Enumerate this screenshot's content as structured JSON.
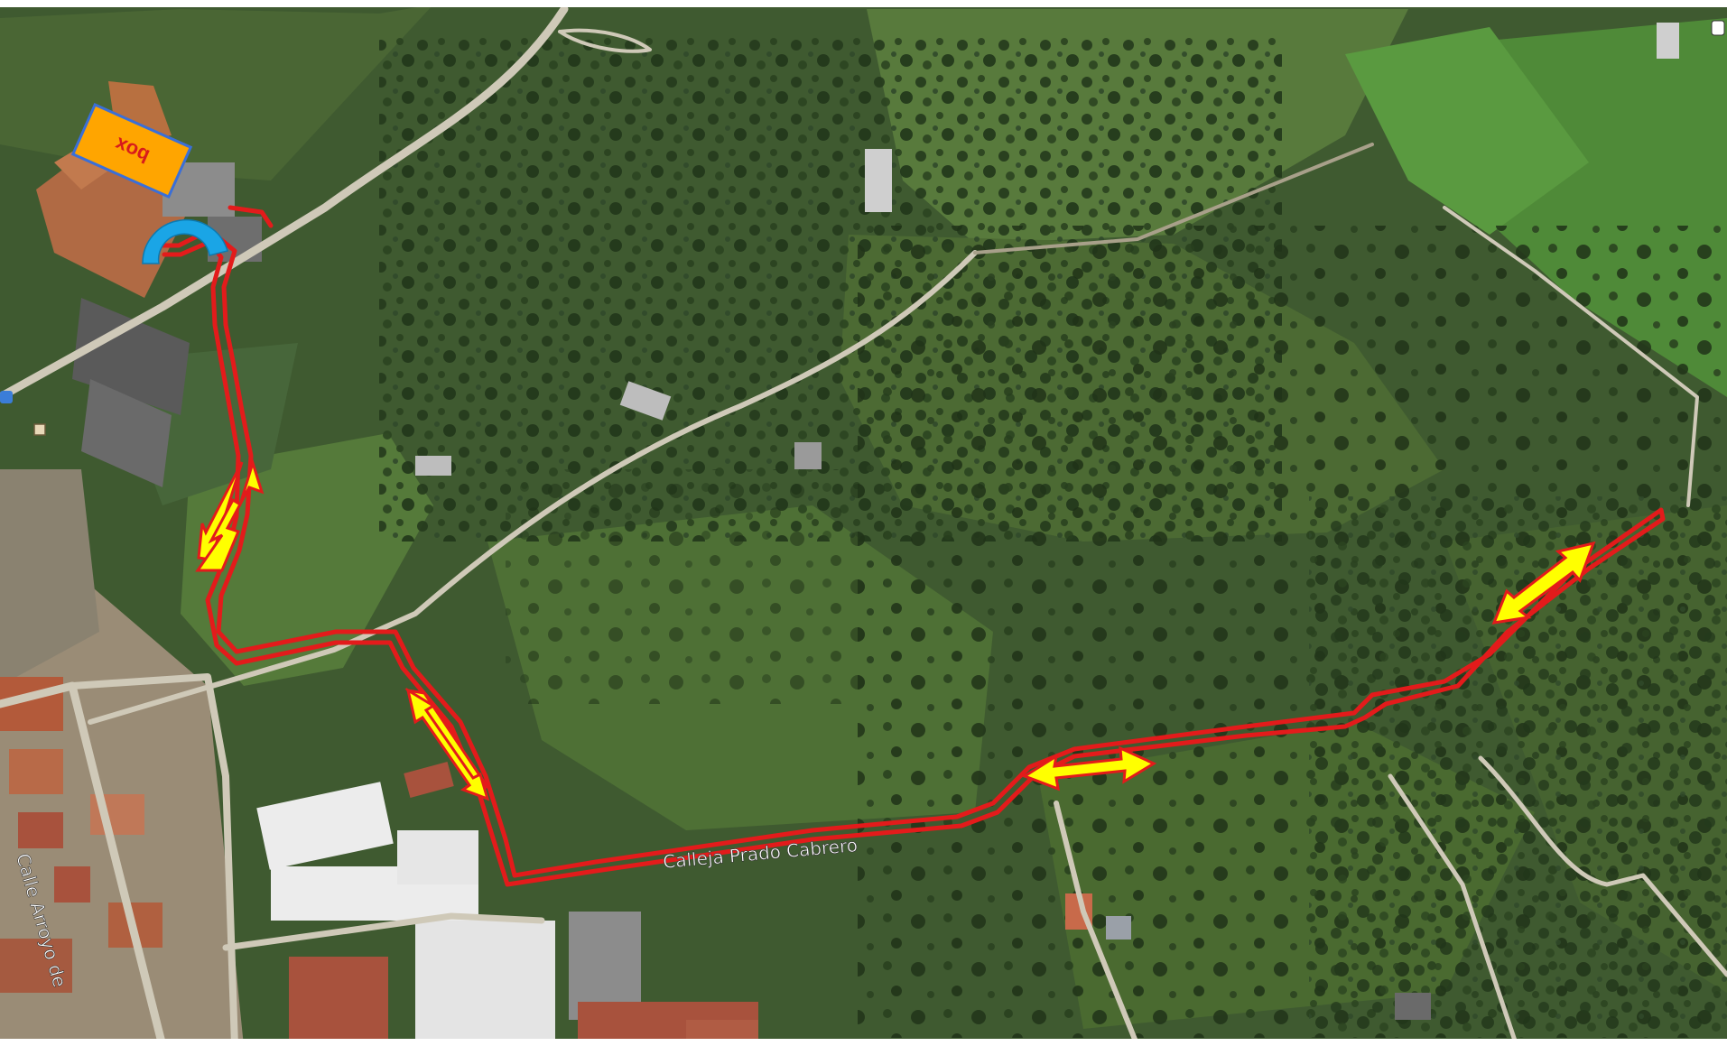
{
  "map": {
    "labels": {
      "box": "box",
      "street_prado": "Calleja Prado Cabrero",
      "street_arroyo": "Calle Arroyo de"
    },
    "colors": {
      "terrain": "#3f5a30",
      "field_light": "#5f7c40",
      "field_bright": "#4d8e3a",
      "road": "#cfc9b8",
      "route": "#e31b1b",
      "arrow_fill": "#ffff00",
      "arrow_stroke": "#e31b1b",
      "box_fill": "#ffa500",
      "box_border": "#3a6fd8",
      "turn_marker": "#1aa5e6",
      "roof_red": "#a8523d",
      "roof_white": "#ececec"
    },
    "icons": [
      "turnaround-arrow-icon",
      "double-arrow-icon"
    ]
  }
}
